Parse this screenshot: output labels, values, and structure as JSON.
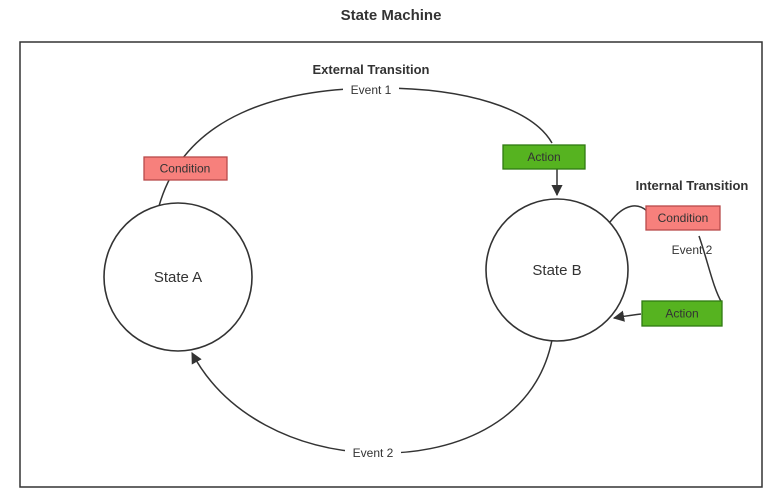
{
  "title": "State Machine",
  "colors": {
    "line": "#333333",
    "border": "#333333",
    "node_fill": "#ffffff",
    "condition_fill": "#f7807c",
    "condition_stroke": "#b84a4a",
    "action_fill": "#56b320",
    "action_stroke": "#2f7a12",
    "text": "#333333"
  },
  "diagram": {
    "states": [
      {
        "id": "A",
        "label": "State A"
      },
      {
        "id": "B",
        "label": "State B"
      }
    ],
    "external_transition": {
      "label": "External Transition",
      "event": "Event 1",
      "condition": "Condition",
      "action": "Action"
    },
    "internal_transition": {
      "label": "Internal Transition",
      "event": "Event 2",
      "condition": "Condition",
      "action": "Action"
    },
    "return_transition": {
      "event": "Event 2"
    }
  }
}
